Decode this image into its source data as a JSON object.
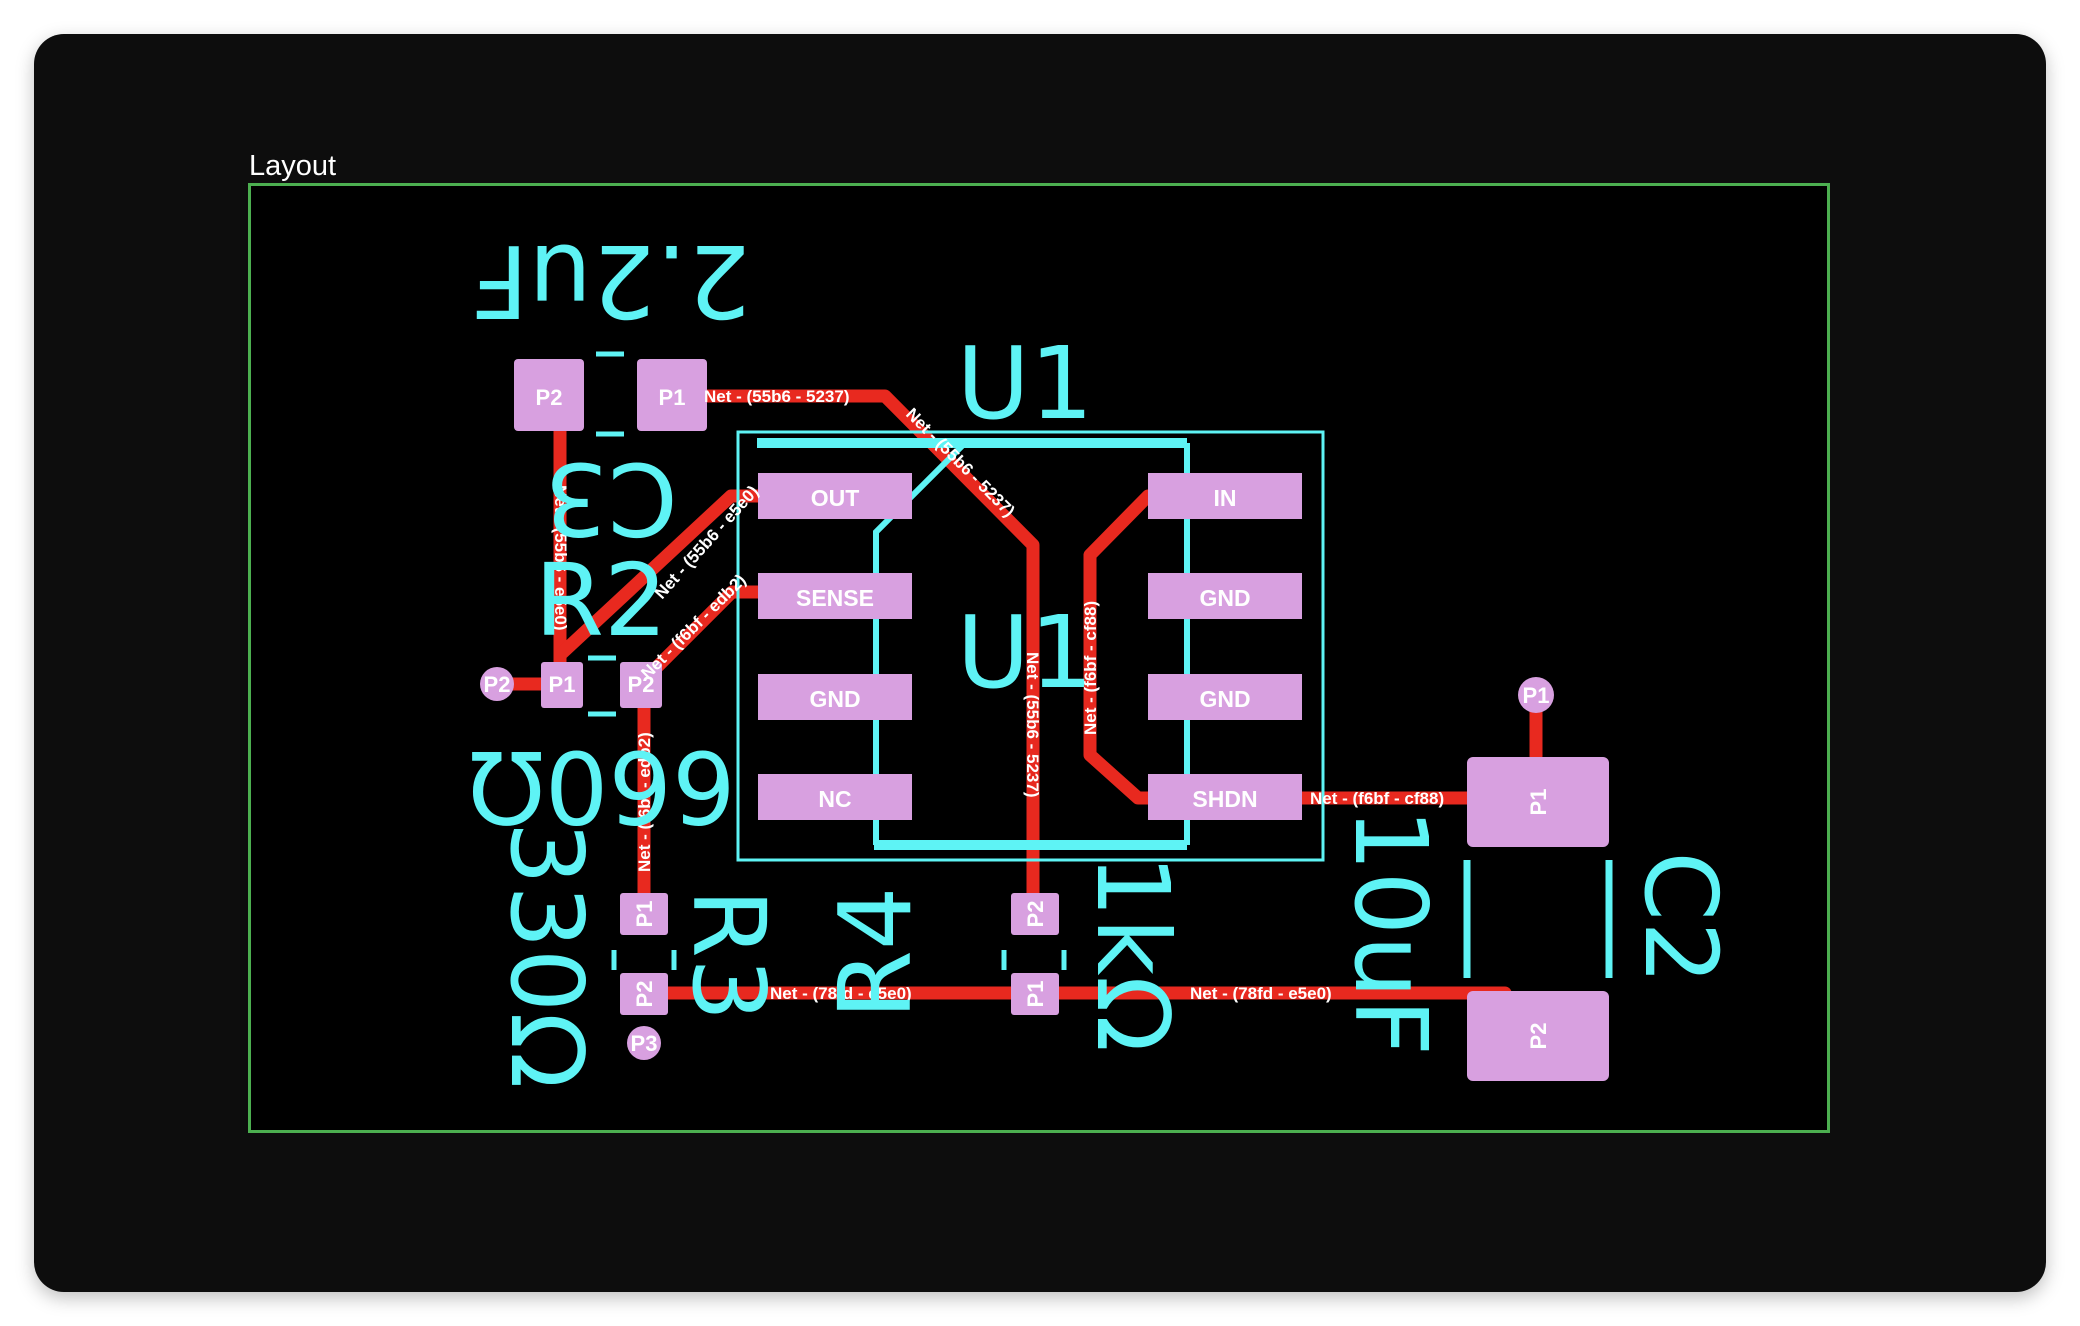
{
  "layout": {
    "title": "Layout"
  },
  "colors": {
    "board": "#000000",
    "frame": "#4caf50",
    "trace": "#e8291f",
    "pad": "#d8a0e0",
    "silkscreen": "#5ef3f5",
    "label": "#ffffff"
  },
  "designators": {
    "u1_top": "U1",
    "u1_mid": "U1",
    "c3": "C3",
    "c3_value": "2.2uF",
    "r2": "R2",
    "r2_value": "660Ω",
    "r3": "R3",
    "r3_value": "330Ω",
    "r4": "R4",
    "r4_value": "1kΩ",
    "c2": "C2",
    "c2_value": "10uF"
  },
  "u1_pins": {
    "out": "OUT",
    "sense": "SENSE",
    "gnd_left": "GND",
    "nc": "NC",
    "in": "IN",
    "gnd_right_1": "GND",
    "gnd_right_2": "GND",
    "shdn": "SHDN"
  },
  "pads": {
    "c3_p2": "P2",
    "c3_p1": "P1",
    "r2_p2_left": "P2",
    "r2_p1": "P1",
    "r2_p2": "P2",
    "r3_p1": "P1",
    "r3_p2": "P2",
    "r3_p3": "P3",
    "r4_p2": "P2",
    "r4_p1": "P1",
    "c2_p1_top": "P1",
    "c2_p1": "P1",
    "c2_p2": "P2"
  },
  "nets": {
    "n1": "Net - (55b6 - 5237)",
    "n2": "Net - (55b6 - 5237)",
    "n3": "Net - (55b6 - e5e0)",
    "n4": "Net - (55b6 - e5e0)",
    "n5": "Net - (f6bf - edb2)",
    "n6": "Net - (f6bf - edb2)",
    "n7": "Net - (55b6 - 5237)",
    "n8": "Net - (f6bf - cf88)",
    "n9": "Net - (f6bf - cf88)",
    "n10": "Net - (78fd - e5e0)",
    "n11": "Net - (78fd - e5e0)"
  }
}
